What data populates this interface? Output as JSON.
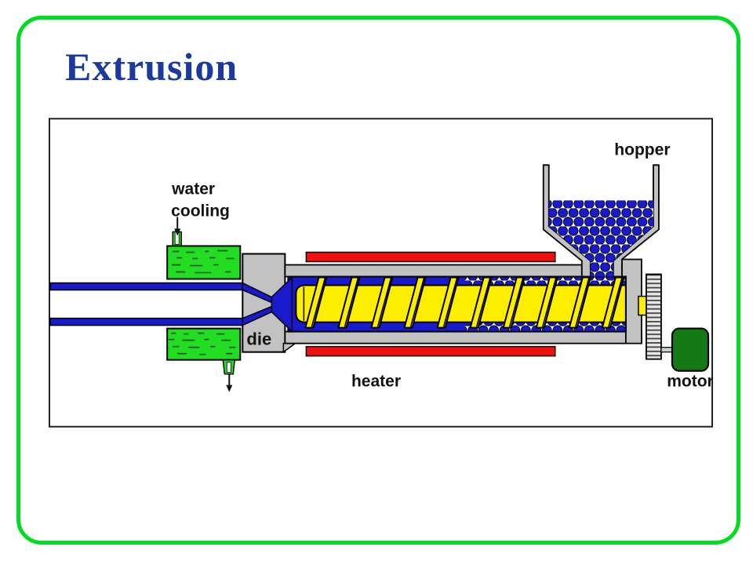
{
  "slide": {
    "title": "Extrusion"
  },
  "diagram": {
    "description": "schematic of a single-screw extrusion machine",
    "labels": {
      "hopper": "hopper",
      "water_line1": "water",
      "water_line2": "cooling",
      "die": "die",
      "heater": "heater",
      "motor": "motor"
    }
  },
  "colors": {
    "polymer_blue": "#1a1acd",
    "screw_yellow": "#fdee00",
    "machine_gray": "#c2c2c2",
    "heater_red": "#ee0f0f",
    "water_green": "#22dd22",
    "motor_green": "#157a15",
    "frame_green": "#00dc1f",
    "title_blue": "#1c3a9e",
    "label_black": "#121212"
  }
}
